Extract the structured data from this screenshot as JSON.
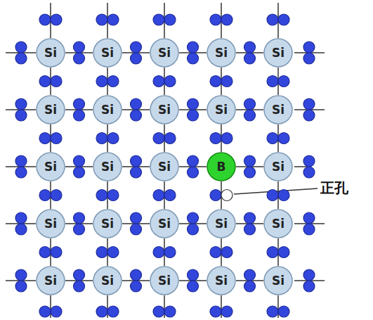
{
  "diagram": {
    "nodes": [
      {
        "text": [
          "Si"
        ]
      },
      {
        "text": [
          "Si"
        ]
      },
      {
        "text": [
          "Si"
        ]
      },
      {
        "text": [
          "Si"
        ]
      },
      {
        "text": [
          "Si"
        ]
      },
      {
        "text": [
          "Si"
        ]
      },
      {
        "text": [
          "Si"
        ]
      },
      {
        "text": [
          "Si"
        ]
      },
      {
        "text": [
          "Si"
        ]
      },
      {
        "text": [
          "Si"
        ]
      },
      {
        "text": [
          "Si"
        ]
      },
      {
        "text": [
          "Si"
        ]
      },
      {
        "text": [
          "Si"
        ]
      },
      {
        "text": [
          "B"
        ]
      },
      {
        "text": [
          "Si"
        ]
      },
      {
        "text": [
          "Si"
        ]
      },
      {
        "text": [
          "Si"
        ]
      },
      {
        "text": [
          "Si"
        ]
      },
      {
        "text": [
          "Si"
        ]
      },
      {
        "text": [
          "Si"
        ]
      },
      {
        "text": [
          "Si"
        ]
      },
      {
        "text": [
          "Si"
        ]
      },
      {
        "text": [
          "Si"
        ]
      },
      {
        "text": [
          "Si"
        ]
      },
      {
        "text": [
          "Si"
        ]
      }
    ],
    "edges": [
      {
        "from": 0,
        "to": 1,
        "arrow": "none"
      },
      {
        "from": 1,
        "to": 2,
        "arrow": "none"
      },
      {
        "from": 2,
        "to": 3,
        "arrow": "none"
      },
      {
        "from": 3,
        "to": 4,
        "arrow": "none"
      },
      {
        "from": 5,
        "to": 6,
        "arrow": "none"
      },
      {
        "from": 6,
        "to": 7,
        "arrow": "none"
      },
      {
        "from": 7,
        "to": 8,
        "arrow": "none"
      },
      {
        "from": 8,
        "to": 9,
        "arrow": "none"
      },
      {
        "from": 10,
        "to": 11,
        "arrow": "none"
      },
      {
        "from": 11,
        "to": 12,
        "arrow": "none"
      },
      {
        "from": 12,
        "to": 13,
        "arrow": "none"
      },
      {
        "from": 13,
        "to": 14,
        "arrow": "none"
      },
      {
        "from": 15,
        "to": 16,
        "arrow": "none"
      },
      {
        "from": 16,
        "to": 17,
        "arrow": "none"
      },
      {
        "from": 17,
        "to": 18,
        "arrow": "none"
      },
      {
        "from": 18,
        "to": 19,
        "arrow": "none"
      },
      {
        "from": 20,
        "to": 21,
        "arrow": "none"
      },
      {
        "from": 21,
        "to": 22,
        "arrow": "none"
      },
      {
        "from": 22,
        "to": 23,
        "arrow": "none"
      },
      {
        "from": 23,
        "to": 24,
        "arrow": "none"
      },
      {
        "from": 0,
        "to": 5,
        "arrow": "none"
      },
      {
        "from": 1,
        "to": 6,
        "arrow": "none"
      },
      {
        "from": 2,
        "to": 7,
        "arrow": "none"
      },
      {
        "from": 3,
        "to": 8,
        "arrow": "none"
      },
      {
        "from": 4,
        "to": 9,
        "arrow": "none"
      },
      {
        "from": 5,
        "to": 10,
        "arrow": "none"
      },
      {
        "from": 6,
        "to": 11,
        "arrow": "none"
      },
      {
        "from": 7,
        "to": 12,
        "arrow": "none"
      },
      {
        "from": 8,
        "to": 13,
        "arrow": "none"
      },
      {
        "from": 9,
        "to": 14,
        "arrow": "none"
      },
      {
        "from": 10,
        "to": 15,
        "arrow": "none"
      },
      {
        "from": 11,
        "to": 16,
        "arrow": "none"
      },
      {
        "from": 12,
        "to": 17,
        "arrow": "none"
      },
      {
        "from": 13,
        "to": 18,
        "arrow": "none"
      },
      {
        "from": 14,
        "to": 19,
        "arrow": "none"
      },
      {
        "from": 15,
        "to": 20,
        "arrow": "none"
      },
      {
        "from": 16,
        "to": 21,
        "arrow": "none"
      },
      {
        "from": 17,
        "to": 22,
        "arrow": "none"
      },
      {
        "from": 18,
        "to": 23,
        "arrow": "none"
      },
      {
        "from": 19,
        "to": 24,
        "arrow": "none"
      }
    ],
    "labels": [
      "正孔"
    ]
  }
}
